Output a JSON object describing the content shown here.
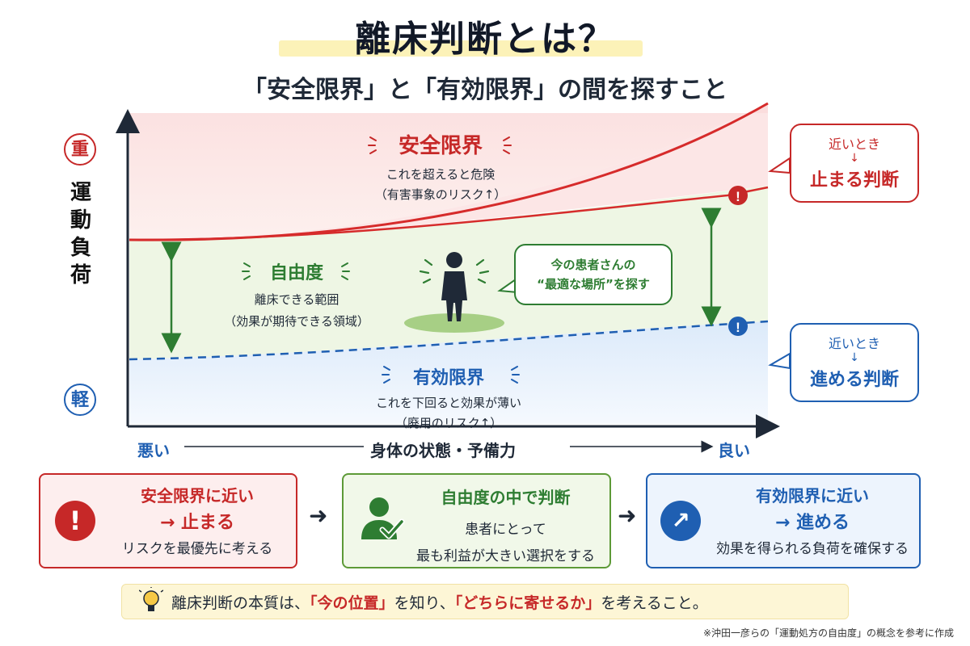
{
  "title": "離床判断とは？",
  "subtitle": "「安全限界」と「有効限界」の間を探すこと",
  "y_axis": {
    "top_label": "重",
    "bottom_label": "軽",
    "label": "運動負荷"
  },
  "x_axis": {
    "left_label": "悪い",
    "center_label": "身体の状態・予備力",
    "right_label": "良い"
  },
  "safety_limit": {
    "title": "安全限界",
    "desc1": "これを超えると危険",
    "desc2": "（有害事象のリスク↑）"
  },
  "freedom": {
    "title": "自由度",
    "desc1": "離床できる範囲",
    "desc2": "（効果が期待できる領域）"
  },
  "effective_limit": {
    "title": "有効限界",
    "desc1": "これを下回ると効果が薄い",
    "desc2": "（廃用のリスク↑）"
  },
  "speech_bubble": {
    "line1": "今の患者さんの",
    "line2": "“最適な場所”を探す"
  },
  "callout_red": {
    "small": "近いとき",
    "arrow": "↓",
    "big": "止まる判断"
  },
  "callout_blue": {
    "small": "近いとき",
    "arrow": "↓",
    "big": "進める判断"
  },
  "cards": {
    "red": {
      "head_a": "安全限界",
      "head_b": "に近い",
      "head2": "→ 止まる",
      "body": "リスクを最優先に考える",
      "icon": "exclamation-icon"
    },
    "green": {
      "head_a": "自由度の中で",
      "head_b": "判断",
      "body1": "患者にとって",
      "body2": "最も利益が大きい選択をする",
      "icon": "person-check-icon"
    },
    "blue": {
      "head": "有効限界に近い",
      "head2": "→ 進める",
      "body": "効果を得られる負荷を確保する",
      "icon": "arrow-up-right-icon"
    }
  },
  "bottom_message": {
    "part1": "離床判断の本質は、",
    "hl1": "「今の位置」",
    "part2": "を知り、",
    "hl2": "「どちらに寄せるか」",
    "part3": "を考えること。"
  },
  "footnote": "※沖田一彦らの「運動処方の自由度」の概念を参考に作成",
  "colors": {
    "red": "#c62828",
    "green": "#2e7d32",
    "blue": "#1f5fb2"
  }
}
